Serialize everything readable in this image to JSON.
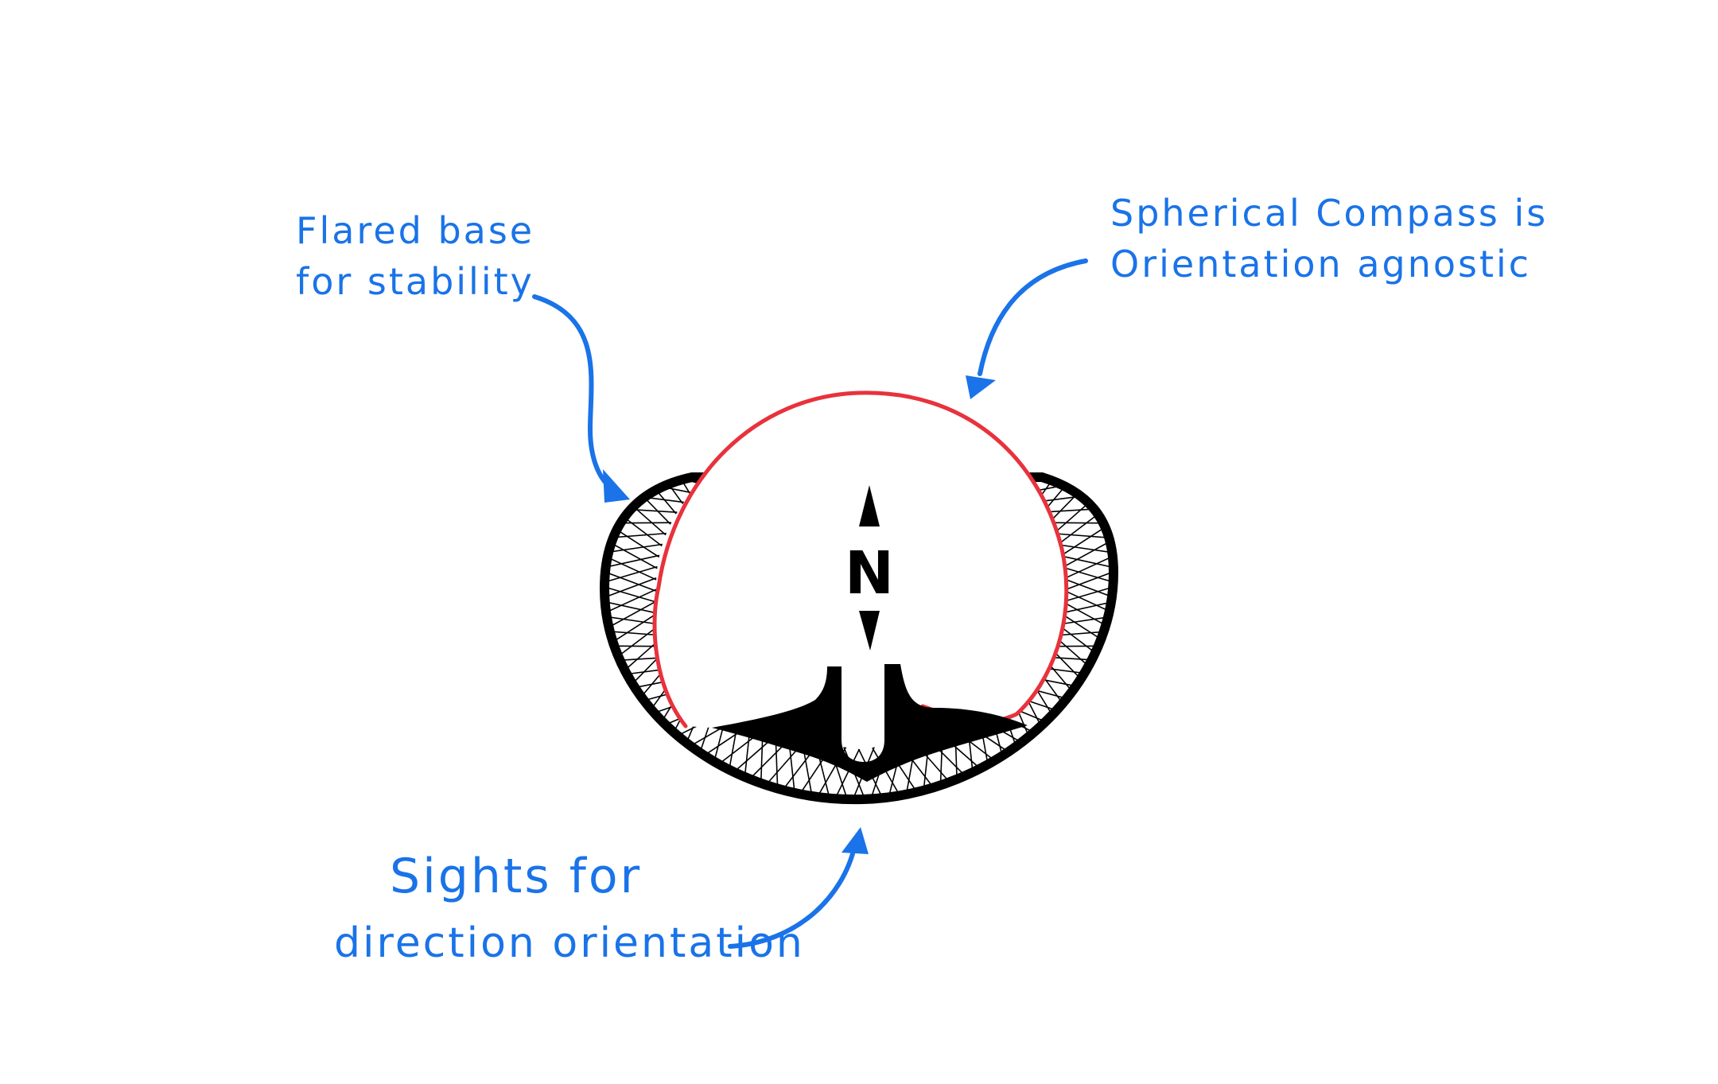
{
  "annotations": {
    "flared_base": {
      "line1": "Flared base",
      "line2": "for stability"
    },
    "spherical_compass": {
      "line1": "Spherical Compass is",
      "line2": "Orientation agnostic"
    },
    "sights": {
      "line1": "Sights for",
      "line2": "direction orientation"
    }
  },
  "compass": {
    "north_label": "N"
  },
  "colors": {
    "annotation": "#1a73e8",
    "sphere_outline": "#e8323c",
    "base": "#000000",
    "background": "#ffffff"
  }
}
